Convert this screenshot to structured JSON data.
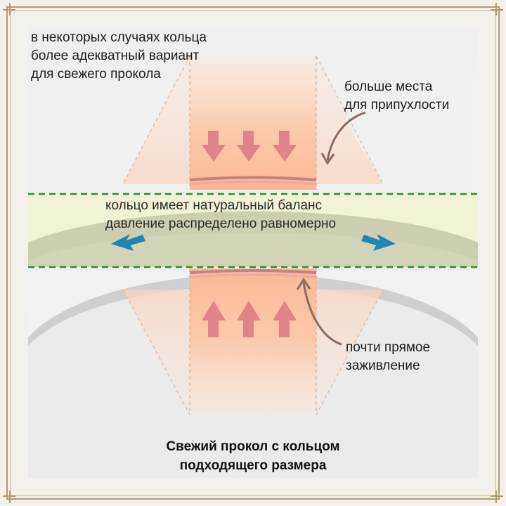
{
  "labels": {
    "intro": [
      "в некоторых случаях кольца",
      "более адекватный вариант",
      "для свежего прокола"
    ],
    "more_space": [
      "больше места",
      "для припухлости"
    ],
    "balance": [
      "кольцо имеет натуральный баланс",
      "давление распределено равномерно"
    ],
    "healing": [
      "почти прямое",
      "заживление"
    ]
  },
  "caption": [
    "Свежий прокол с кольцом",
    "подходящего размера"
  ],
  "colors": {
    "frame_gold": "#b59a6a",
    "ring_band": "#f1f2d6",
    "ring_olive": "#c7c7a8",
    "skin_gray": "#cfcfcf",
    "guide_line": "#2e8b2e",
    "pressure_arrow": "#e0848a",
    "spread_arrow": "#1f87b3",
    "pointer_arrow": "#8b6a66",
    "channel_peach": "#fdd3b5"
  }
}
